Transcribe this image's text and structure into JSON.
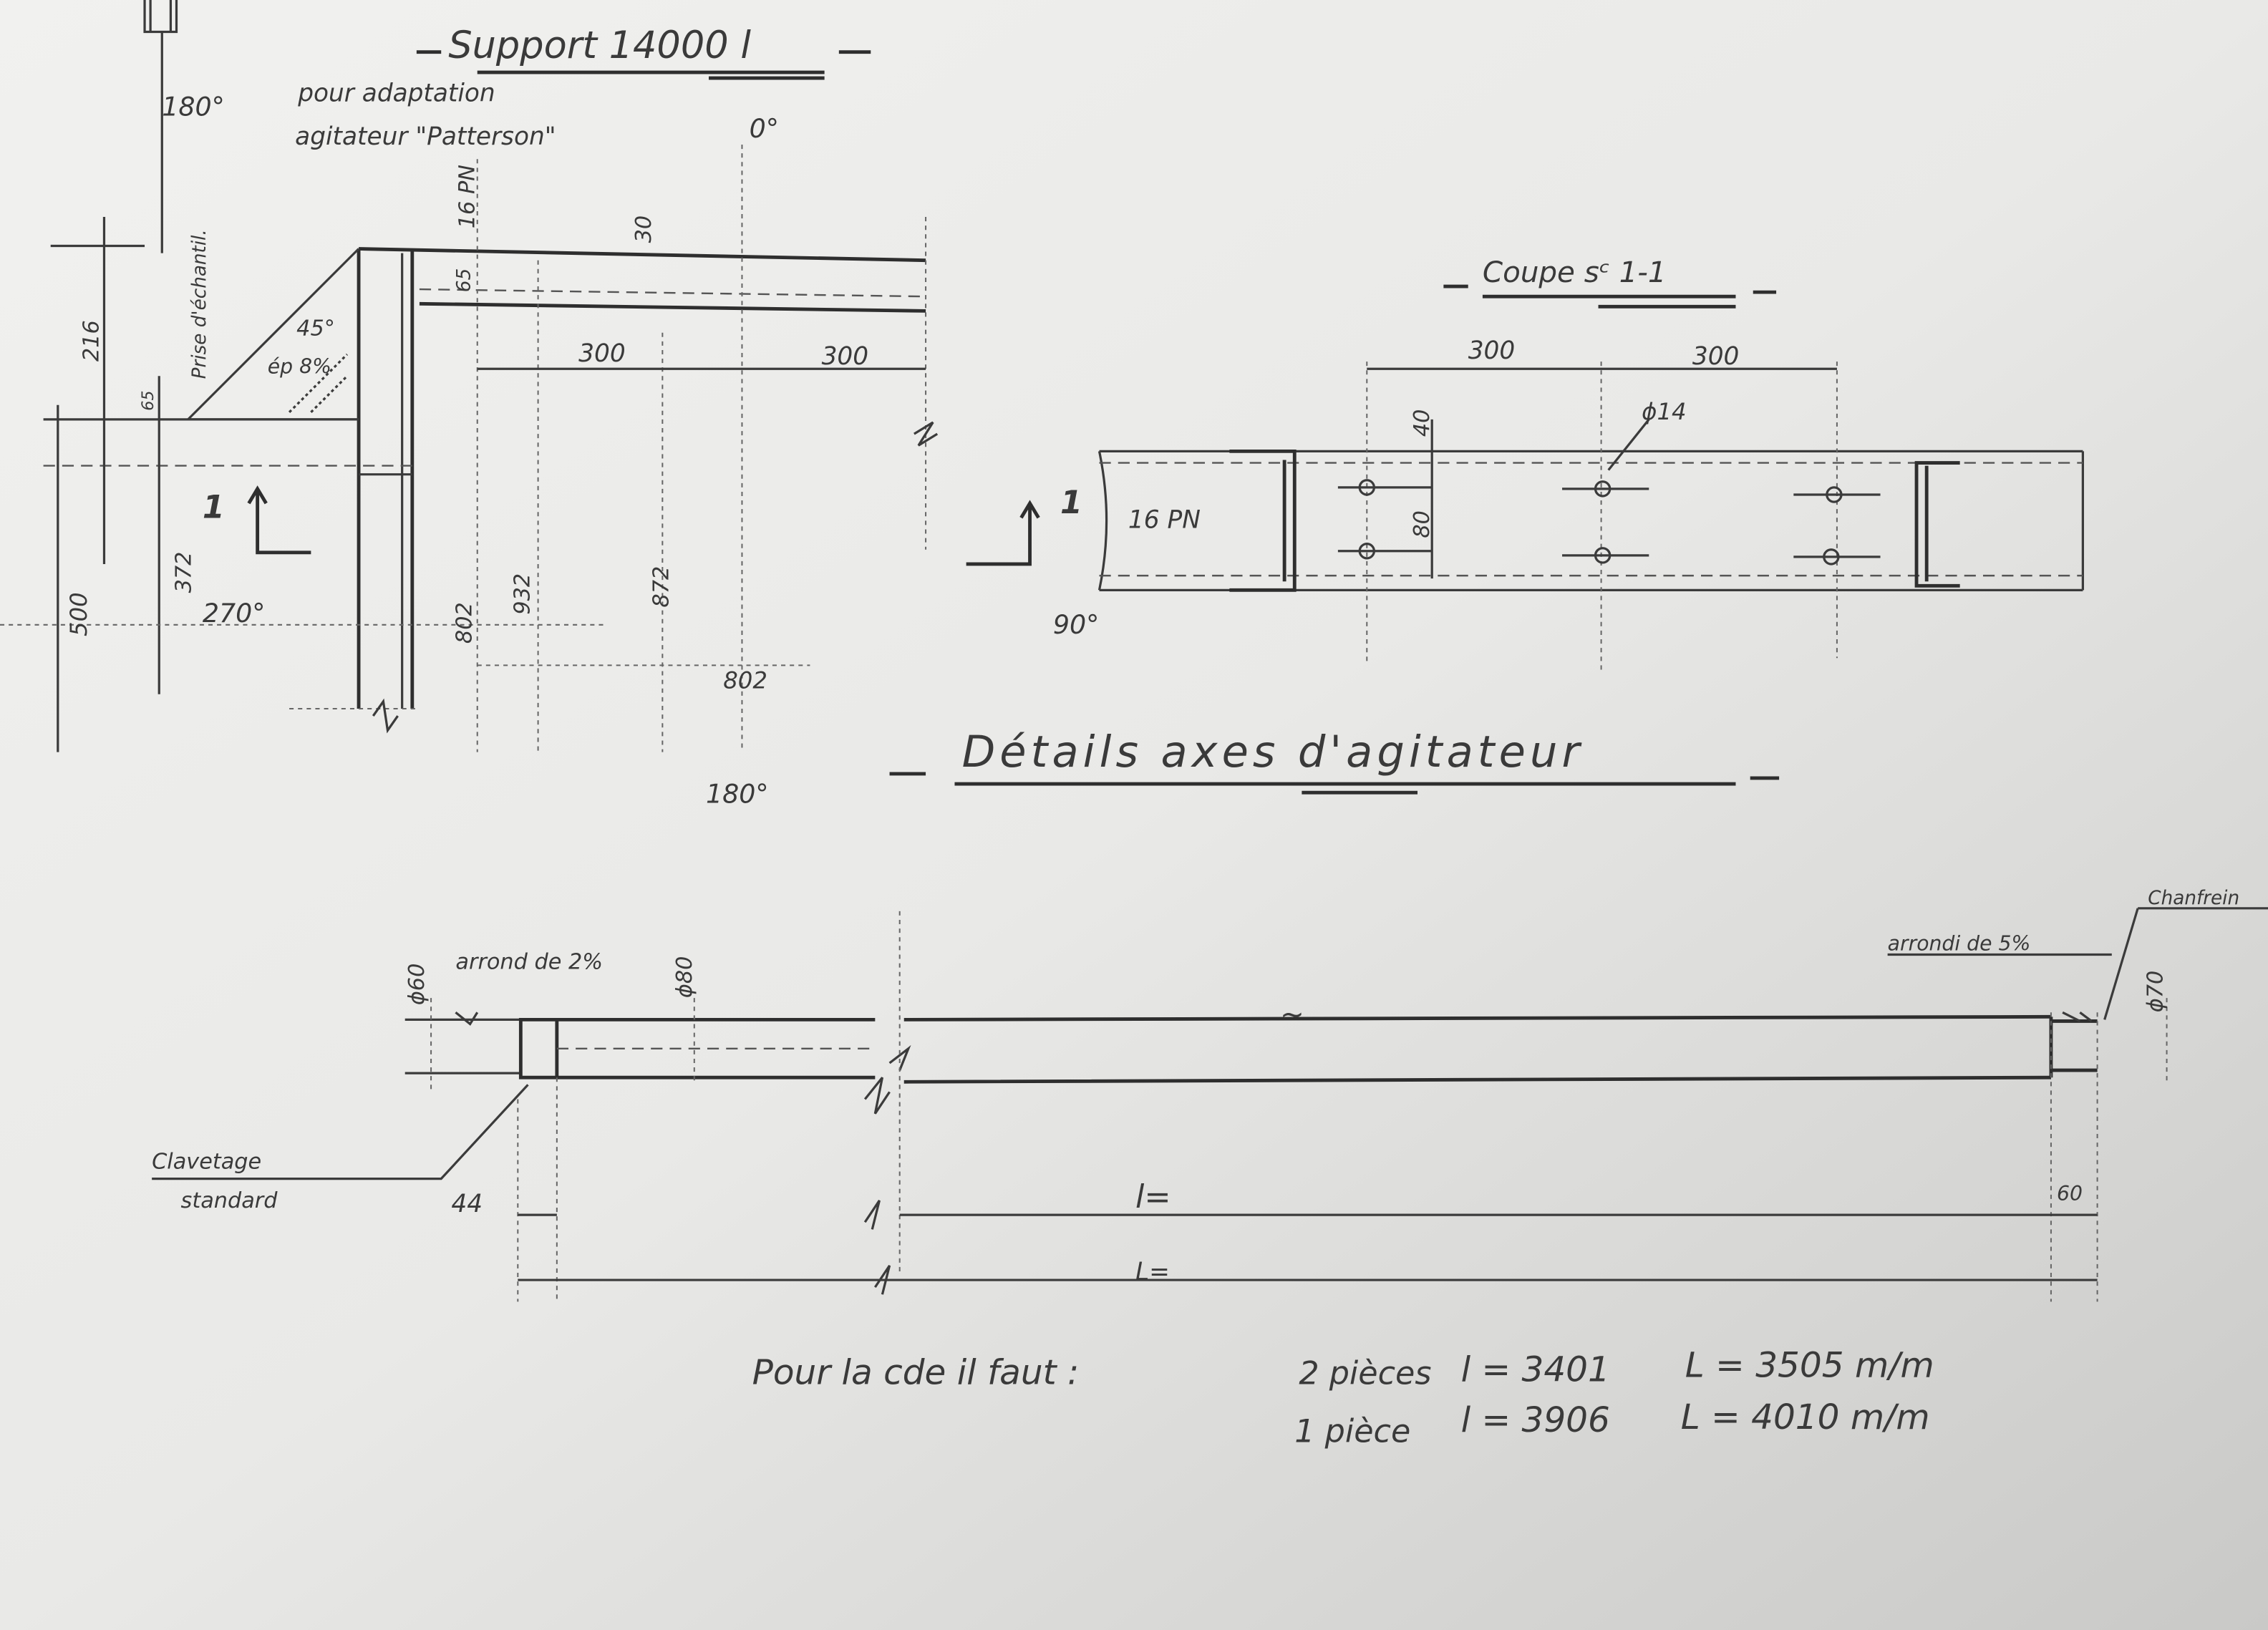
{
  "support": {
    "title": "Support 14000 l",
    "note_line1": "pour adaptation",
    "note_line2": "agitateur \"Patterson\"",
    "angle_0": "0°",
    "angle_180_top": "180°",
    "angle_270": "270°",
    "angle_180_bottom": "180°",
    "sample_label": "Prise d'échantil.",
    "profile": "16 PN",
    "gusset_angle": "45°",
    "gusset_thickness": "ép 8%",
    "section_mark": "1",
    "dims": {
      "d216": "216",
      "d65_left": "65",
      "d65_top": "65",
      "d30": "30",
      "d300_a": "300",
      "d300_b": "300",
      "d500": "500",
      "d372_left": "372",
      "d802_a": "802",
      "d932": "932",
      "d872": "872",
      "d802_b": "802"
    }
  },
  "coupe": {
    "title": "Coupe sᶜ 1-1",
    "profile": "16 PN",
    "section_mark": "1",
    "angle_90": "90°",
    "dims": {
      "d300_a": "300",
      "d300_b": "300",
      "d40": "40",
      "d80": "80",
      "hole": "ϕ14"
    }
  },
  "details": {
    "title": "Détails axes d'agitateur",
    "dia60": "ϕ60",
    "round_left": "arrond de 2%",
    "dia80": "ϕ80",
    "keyway_line1": "Clavetage",
    "keyway_line2": "standard",
    "d44": "44",
    "l_label": "l=",
    "L_label": "L=",
    "round_right": "arrondi de 5%",
    "chamfer": "Chanfrein",
    "dia70": "ϕ70",
    "d60": "60",
    "tilde": "~"
  },
  "order_note": {
    "line1_prefix": "Pour la cde il faut :",
    "line1_qty": "2 pièces",
    "line1_l": "l = 3401",
    "line1_L": "L = 3505 m/m",
    "line2_qty": "1 pièce",
    "line2_l": "l = 3906",
    "line2_L": "L = 4010 m/m"
  }
}
